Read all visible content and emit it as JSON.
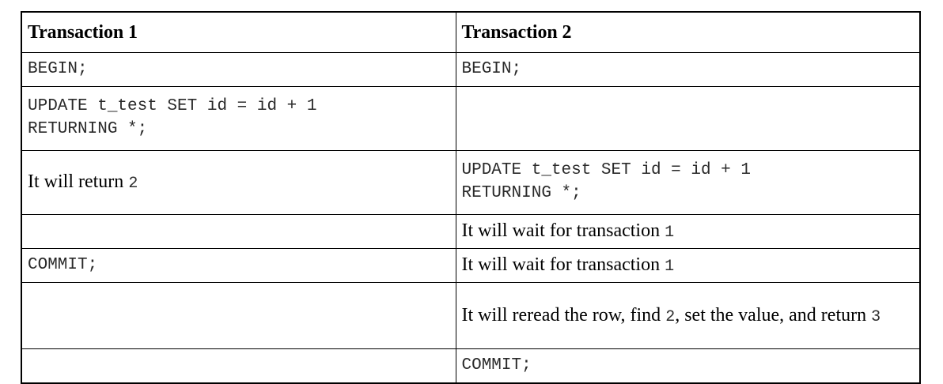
{
  "table": {
    "headers": [
      {
        "label": "Transaction 1"
      },
      {
        "label": "Transaction 2"
      }
    ],
    "rows": [
      {
        "left": {
          "text": "BEGIN;",
          "style": "mono"
        },
        "right": {
          "text": "BEGIN;",
          "style": "mono"
        }
      },
      {
        "left": {
          "text": "UPDATE t_test SET id = id + 1\nRETURNING *;",
          "style": "mono"
        },
        "right": {
          "text": "",
          "style": "empty"
        }
      },
      {
        "left": {
          "prefix": "It will return ",
          "number": "2",
          "suffix": "",
          "style": "prose"
        },
        "right": {
          "text": "UPDATE t_test SET id = id + 1\nRETURNING *;",
          "style": "mono"
        }
      },
      {
        "left": {
          "text": "",
          "style": "empty"
        },
        "right": {
          "prefix": "It will wait for transaction ",
          "number": "1",
          "suffix": "",
          "style": "prose"
        }
      },
      {
        "left": {
          "text": "COMMIT;",
          "style": "mono"
        },
        "right": {
          "prefix": "It will wait for transaction ",
          "number": "1",
          "suffix": "",
          "style": "prose"
        }
      },
      {
        "left": {
          "text": "",
          "style": "empty"
        },
        "right": {
          "prefix": "It will reread the row, find ",
          "number": "2",
          "middle": ", set the value, and return ",
          "number2": "3",
          "suffix": "",
          "style": "prose"
        }
      },
      {
        "left": {
          "text": "",
          "style": "empty"
        },
        "right": {
          "text": "COMMIT;",
          "style": "mono"
        }
      }
    ]
  }
}
